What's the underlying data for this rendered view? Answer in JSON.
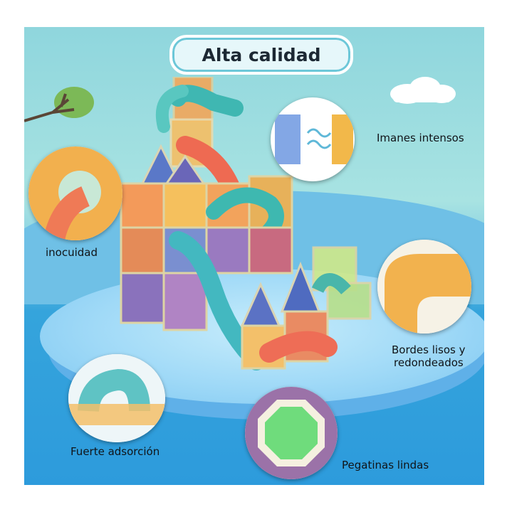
{
  "title": "Alta calidad",
  "features": {
    "strong_magnets": "Imanes intensos",
    "safety": "inocuidad",
    "smooth_edges_line1": "Bordes lisos y",
    "smooth_edges_line2": "redondeados",
    "strong_adhesion": "Fuerte adsorción",
    "cute_stickers": "Pegatinas lindas"
  },
  "colors": {
    "sky": "#a8e3e2",
    "floor": "#2d9bdc",
    "platform": "#9fd9f7",
    "title_pill": "#e6f7fa"
  },
  "icons": [
    "tree-icon",
    "cloud-icon",
    "magnet-tiles-icon",
    "marble-run-toy"
  ]
}
